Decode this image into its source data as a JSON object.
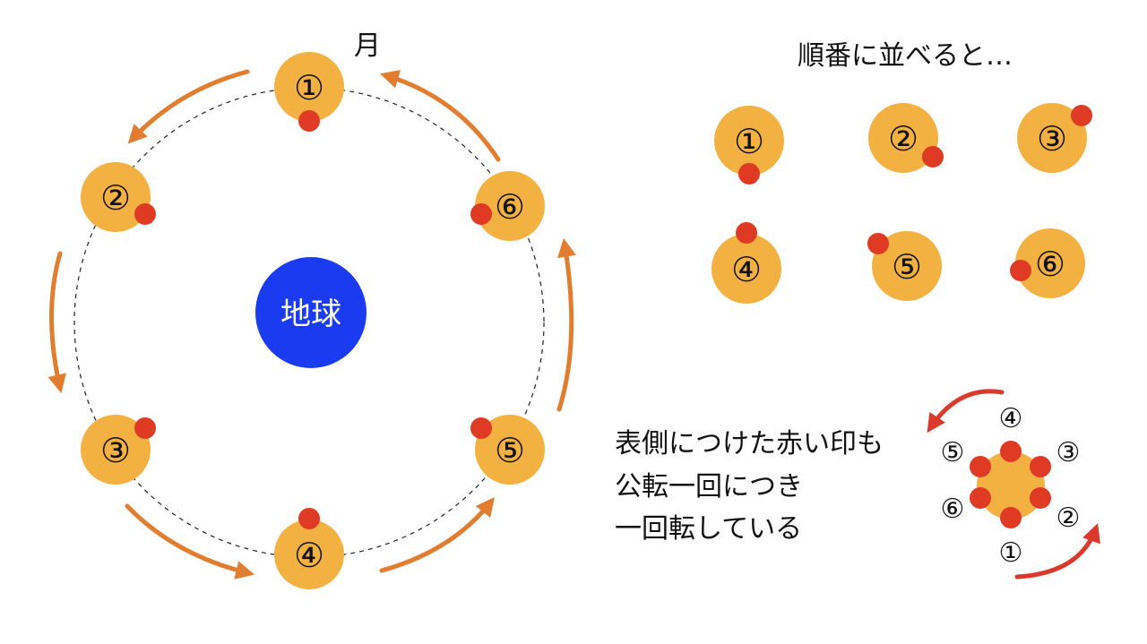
{
  "orbit_diagram": {
    "center_label": "地球",
    "moon_label": "月",
    "positions": [
      "①",
      "②",
      "③",
      "④",
      "⑤",
      "⑥"
    ]
  },
  "sequence_panel": {
    "title": "順番に並べると…",
    "items": [
      "①",
      "②",
      "③",
      "④",
      "⑤",
      "⑥"
    ]
  },
  "rotation_panel": {
    "caption_lines": [
      "表側につけた赤い印も",
      "公転一回につき",
      "一回転している"
    ],
    "labels": [
      "④",
      "⑤",
      "③",
      "⑥",
      "②",
      "①"
    ]
  },
  "colors": {
    "earth": "#1a3bf0",
    "moon": "#f2b140",
    "mark": "#de3a24",
    "orbit_arrow": "#e27d30",
    "rotation_arrow": "#d93a2c",
    "text": "#111111"
  }
}
